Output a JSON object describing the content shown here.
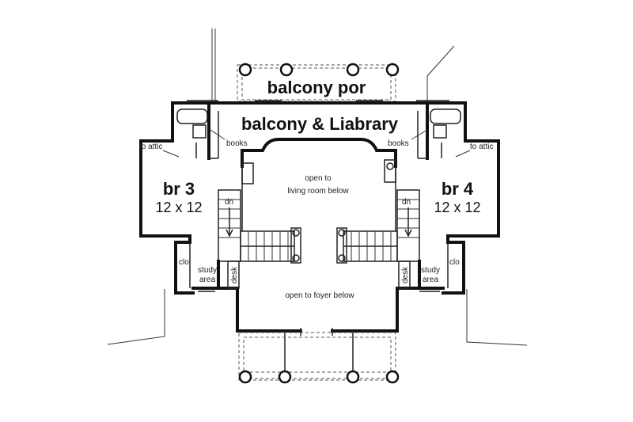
{
  "labels": {
    "balcony_porch": "balcony por",
    "balcony_library": "balcony & Liabrary",
    "books_left": "books",
    "books_right": "books",
    "attic_left": "to attic",
    "attic_right": "to attic",
    "br3_name": "br 3",
    "br3_size": "12 x 12",
    "br4_name": "br 4",
    "br4_size": "12 x 12",
    "open_living_1": "open to",
    "open_living_2": "living room below",
    "open_foyer": "open to foyer below",
    "dn_left": "dn",
    "dn_right": "dn",
    "clo_left": "clo",
    "clo_right": "clo",
    "study_left_1": "study",
    "study_left_2": "area",
    "study_right_1": "study",
    "study_right_2": "area",
    "desk_left": "desk",
    "desk_right": "desk"
  }
}
